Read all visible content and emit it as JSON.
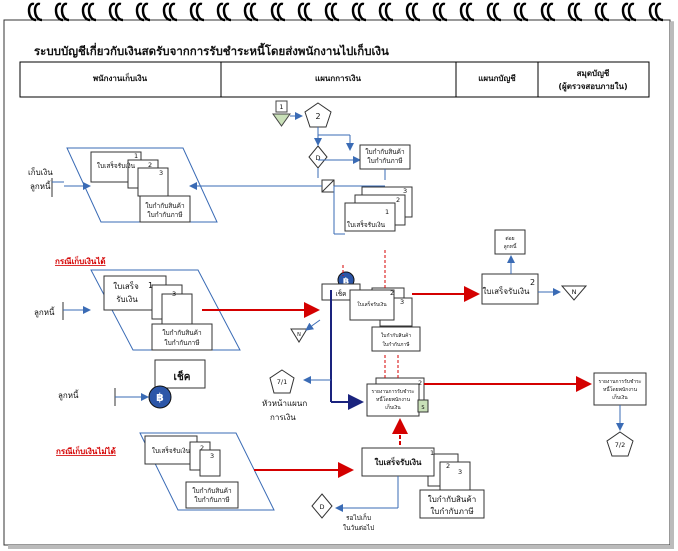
{
  "title": "ระบบบัญชีเกี่ยวกับเงินสดรับจากการรับชำระหนี้โดยส่งพนักงานไปเก็บเงิน",
  "header": {
    "col1": "พนักงานเก็บเงิน",
    "col2": "แผนกการเงิน",
    "col3": "แผนกบัญชี",
    "col4_line1": "สมุดบัญชี",
    "col4_line2": "(ผู้ตรวจสอบภายใน)"
  },
  "labels": {
    "collect": "เก็บเงิน",
    "debtor": "ลูกหนี้",
    "case_collected": "กรณีเก็บเงินได้",
    "case_not_collected": "กรณีเก็บเงินไม่ได้",
    "finance_head_l1": "หัวหน้าแผนก",
    "finance_head_l2": "การเงิน",
    "wait_l1": "รอไปเก็บ",
    "wait_l2": "ในวันต่อไป"
  },
  "docs": {
    "receipt": "ใบเสร็จรับเงิน",
    "receipt_short": "ใบเสร็จ",
    "receipt_money": "รับเงิน",
    "invoice_l1": "ใบกำกับสินค้า",
    "invoice_l2": "ใบกำกับภาษี",
    "cheque": "เช็ค",
    "cheque_short": "เช็ค",
    "ledger_l1": "ต่อย",
    "ledger_l2": "ลูกหนี้",
    "report_l1": "รายงานการรับชำระ",
    "report_l2": "หนี้โดยพนักงาน",
    "report_l3": "เก็บเงิน"
  },
  "nodes": {
    "conn1": "1",
    "conn2": "2",
    "dtop": "D",
    "n": "N",
    "n1": "1",
    "n2": "2",
    "n3": "3",
    "s": "S",
    "p71": "7/1",
    "p72": "7/2"
  },
  "icons": {
    "baht": "฿",
    "baht_icon": "baht-coin-icon"
  },
  "colors": {
    "flow_blue": "#3a6bb5",
    "flow_red": "#d40000",
    "flow_navy": "#1a237e"
  }
}
